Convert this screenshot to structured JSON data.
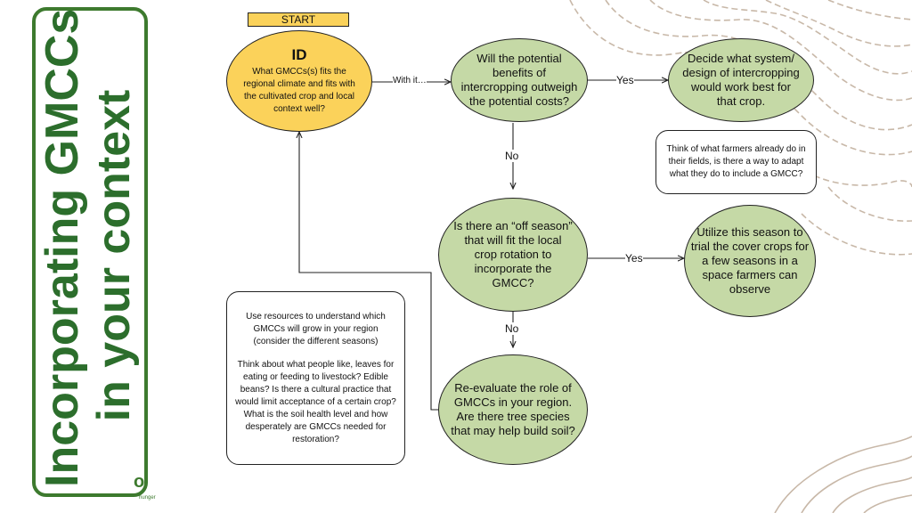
{
  "title": {
    "line1": "Incorporating GMCCs",
    "line2": "in your context"
  },
  "logo": {
    "text": "o",
    "sub": "hunger"
  },
  "start_label": "START",
  "id_node": {
    "heading": "ID",
    "text": "What GMCCs(s) fits the regional climate and fits with the cultivated crop and local context well?"
  },
  "node_benefits": "Will the potential benefits of intercropping outweigh the potential costs?",
  "node_design": "Decide what system/ design of intercropping would work best for that crop.",
  "note_farmers": "Think of what farmers already do in their fields, is there a way to adapt what they do to include a GMCC?",
  "node_offseason": "Is there an “off season” that will fit the local crop rotation to incorporate the GMCC?",
  "node_utilize": "Utilize this season to trial the cover crops for a few seasons in a space farmers can observe",
  "node_reevaluate": "Re-evaluate the role of GMCCs in your region. Are there tree species that may help build soil?",
  "note_resources": {
    "p1": "Use resources to understand which GMCCs will grow in your region (consider the different seasons)",
    "p2": "Think about what people like, leaves for eating or feeding to livestock? Edible beans? Is there a cultural practice that would limit acceptance of a certain crop? What is the soil health level and how desperately are GMCCs needed for restoration?"
  },
  "edges": {
    "with_it": "With it…",
    "yes1": "Yes",
    "no1": "No",
    "yes2": "Yes",
    "no2": "No"
  },
  "colors": {
    "green_fill": "#c5d9a6",
    "yellow_fill": "#fbd25a",
    "title_green": "#2c6e2c",
    "contour": "#c8b8a8"
  }
}
